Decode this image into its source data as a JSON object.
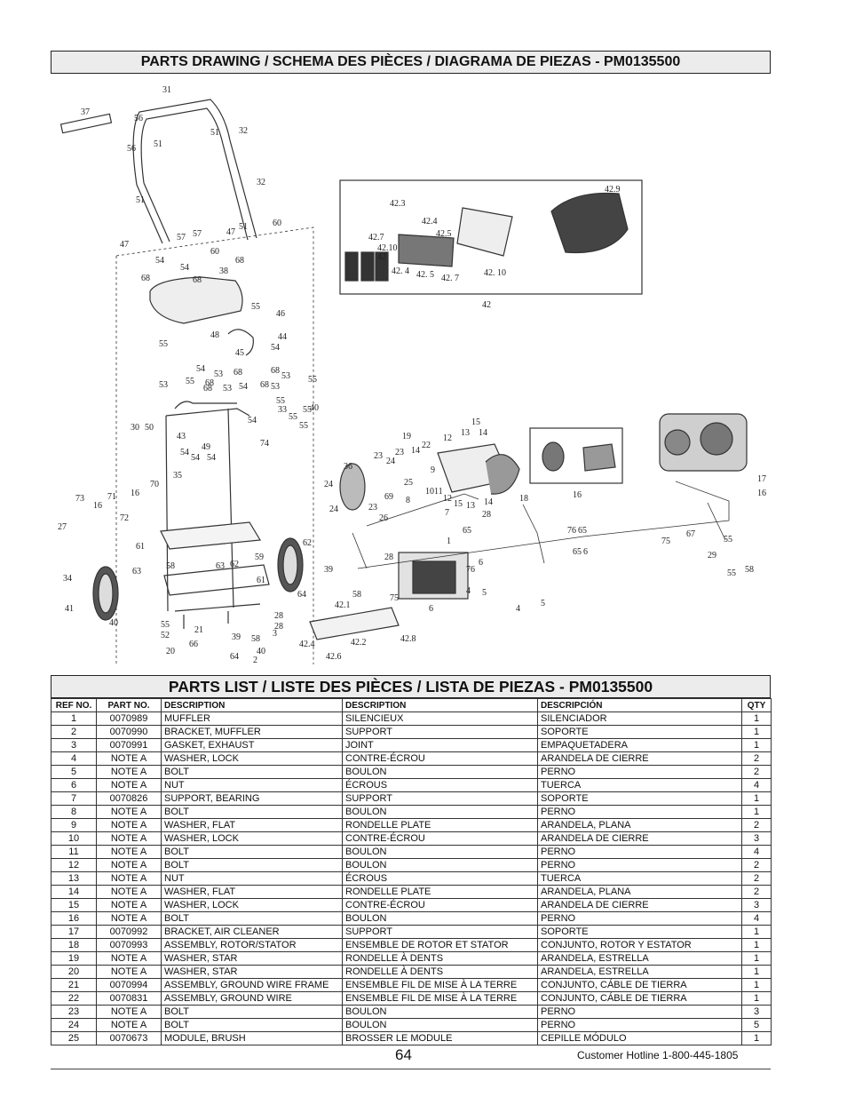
{
  "drawing_title": "PARTS DRAWING / SCHEMA DES PIÈCES / DIAGRAMA DE PIEZAS - PM0135500",
  "list_title": "PARTS LIST / LISTE DES PIÈCES / LISTA DE PIEZAS - PM0135500",
  "callouts": [
    "31",
    "37",
    "56",
    "51",
    "56",
    "51",
    "32",
    "32",
    "51",
    "47",
    "57",
    "57",
    "47",
    "51",
    "60",
    "54",
    "60",
    "54",
    "68",
    "68",
    "68",
    "38",
    "55",
    "55",
    "48",
    "45",
    "46",
    "44",
    "54",
    "68",
    "53",
    "54",
    "68",
    "53",
    "55",
    "68",
    "53",
    "68",
    "53",
    "54",
    "68",
    "53",
    "55",
    "33",
    "55",
    "55",
    "55",
    "40",
    "55",
    "54",
    "30",
    "50",
    "43",
    "74",
    "49",
    "54",
    "54",
    "54",
    "35",
    "19",
    "14",
    "22",
    "13",
    "15",
    "14",
    "12",
    "23",
    "24",
    "23",
    "9",
    "25",
    "36",
    "24",
    "24",
    "69",
    "23",
    "26",
    "8",
    "10",
    "11",
    "12",
    "15",
    "13",
    "14",
    "28",
    "7",
    "18",
    "16",
    "17",
    "16",
    "73",
    "16",
    "71",
    "16",
    "70",
    "72",
    "27",
    "61",
    "62",
    "63",
    "58",
    "63",
    "62",
    "59",
    "61",
    "34",
    "41",
    "39",
    "40",
    "64",
    "55",
    "52",
    "66",
    "21",
    "20",
    "58",
    "39",
    "40",
    "64",
    "2",
    "28",
    "28",
    "3",
    "65",
    "1",
    "28",
    "76",
    "6",
    "6",
    "75",
    "4",
    "5",
    "4",
    "5",
    "76",
    "65",
    "65",
    "6",
    "75",
    "67",
    "55",
    "29",
    "55",
    "58",
    "58",
    "42.1",
    "42.2",
    "42.4",
    "42.6",
    "42.8",
    "42.9",
    "42.3",
    "42.4",
    "42.5",
    "42.7",
    "42.10",
    "42"
  ],
  "table": {
    "headers": [
      "REF NO.",
      "PART NO.",
      "DESCRIPTION",
      "DESCRIPTION",
      "DESCRIPCIÓN",
      "QTY"
    ],
    "rows": [
      [
        "1",
        "0070989",
        "MUFFLER",
        "SILENCIEUX",
        "SILENCIADOR",
        "1"
      ],
      [
        "2",
        "0070990",
        "BRACKET, MUFFLER",
        "SUPPORT",
        "SOPORTE",
        "1"
      ],
      [
        "3",
        "0070991",
        "GASKET, EXHAUST",
        "JOINT",
        "EMPAQUETADERA",
        "1"
      ],
      [
        "4",
        "NOTE A",
        "WASHER, LOCK",
        "CONTRE-ÉCROU",
        "ARANDELA DE CIERRE",
        "2"
      ],
      [
        "5",
        "NOTE A",
        "BOLT",
        "BOULON",
        "PERNO",
        "2"
      ],
      [
        "6",
        "NOTE A",
        "NUT",
        "ÉCROUS",
        "TUERCA",
        "4"
      ],
      [
        "7",
        "0070826",
        "SUPPORT, BEARING",
        "SUPPORT",
        "SOPORTE",
        "1"
      ],
      [
        "8",
        "NOTE A",
        "BOLT",
        "BOULON",
        "PERNO",
        "1"
      ],
      [
        "9",
        "NOTE A",
        "WASHER, FLAT",
        "RONDELLE PLATE",
        "ARANDELA, PLANA",
        "2"
      ],
      [
        "10",
        "NOTE A",
        "WASHER, LOCK",
        "CONTRE-ÉCROU",
        "ARANDELA DE CIERRE",
        "3"
      ],
      [
        "11",
        "NOTE A",
        "BOLT",
        "BOULON",
        "PERNO",
        "4"
      ],
      [
        "12",
        "NOTE A",
        "BOLT",
        "BOULON",
        "PERNO",
        "2"
      ],
      [
        "13",
        "NOTE A",
        "NUT",
        "ÉCROUS",
        "TUERCA",
        "2"
      ],
      [
        "14",
        "NOTE A",
        "WASHER, FLAT",
        "RONDELLE PLATE",
        "ARANDELA, PLANA",
        "2"
      ],
      [
        "15",
        "NOTE A",
        "WASHER, LOCK",
        "CONTRE-ÉCROU",
        "ARANDELA DE CIERRE",
        "3"
      ],
      [
        "16",
        "NOTE A",
        "BOLT",
        "BOULON",
        "PERNO",
        "4"
      ],
      [
        "17",
        "0070992",
        "BRACKET, AIR CLEANER",
        "SUPPORT",
        "SOPORTE",
        "1"
      ],
      [
        "18",
        "0070993",
        "ASSEMBLY, ROTOR/STATOR",
        "ENSEMBLE DE ROTOR ET STATOR",
        "CONJUNTO, ROTOR Y ESTATOR",
        "1"
      ],
      [
        "19",
        "NOTE A",
        "WASHER, STAR",
        "RONDELLE À DENTS",
        "ARANDELA, ESTRELLA",
        "1"
      ],
      [
        "20",
        "NOTE A",
        "WASHER, STAR",
        "RONDELLE À DENTS",
        "ARANDELA, ESTRELLA",
        "1"
      ],
      [
        "21",
        "0070994",
        "ASSEMBLY, GROUND WIRE FRAME",
        "ENSEMBLE FIL DE MISE À LA TERRE",
        "CONJUNTO, CÁBLE DE TIERRA",
        "1"
      ],
      [
        "22",
        "0070831",
        "ASSEMBLY, GROUND WIRE",
        "ENSEMBLE FIL DE MISE À LA TERRE",
        "CONJUNTO, CÁBLE DE TIERRA",
        "1"
      ],
      [
        "23",
        "NOTE A",
        "BOLT",
        "BOULON",
        "PERNO",
        "3"
      ],
      [
        "24",
        "NOTE A",
        "BOLT",
        "BOULON",
        "PERNO",
        "5"
      ],
      [
        "25",
        "0070673",
        "MODULE, BRUSH",
        "BROSSER LE MODULE",
        "CEPILLE MÓDULO",
        "1"
      ]
    ]
  },
  "footer": {
    "page": "64",
    "hotline": "Customer Hotline 1-800-445-1805"
  }
}
